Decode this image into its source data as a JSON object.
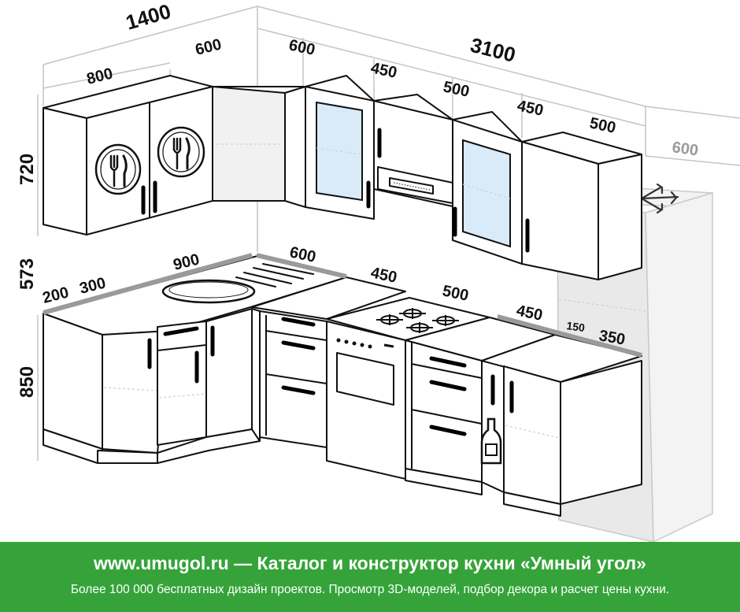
{
  "dimensions": {
    "top_total_left": "1400",
    "top_total_right": "3100",
    "upper": [
      "800",
      "600",
      "600",
      "450",
      "500",
      "450",
      "500"
    ],
    "upper_fridge": "600",
    "heights": [
      "720",
      "573",
      "850"
    ],
    "counter": [
      "200",
      "300",
      "900",
      "600",
      "450",
      "500",
      "450",
      "150",
      "350"
    ]
  },
  "footer": {
    "title": "www.umugol.ru — Каталог и конструктор кухни «Умный угол»",
    "subtitle": "Более 100 000 бесплатных дизайн проектов. Просмотр 3D-моделей, подбор декора и расчет цены кухни."
  },
  "colors": {
    "footer_background": "#35a339",
    "countertop_edge": "#9a9a9a",
    "glass": "#d9ebf8",
    "fridge_ghost": "#f3f3f3"
  },
  "icons": [
    "fork-knife-icon",
    "snowflake-icon",
    "bottle-icon"
  ]
}
